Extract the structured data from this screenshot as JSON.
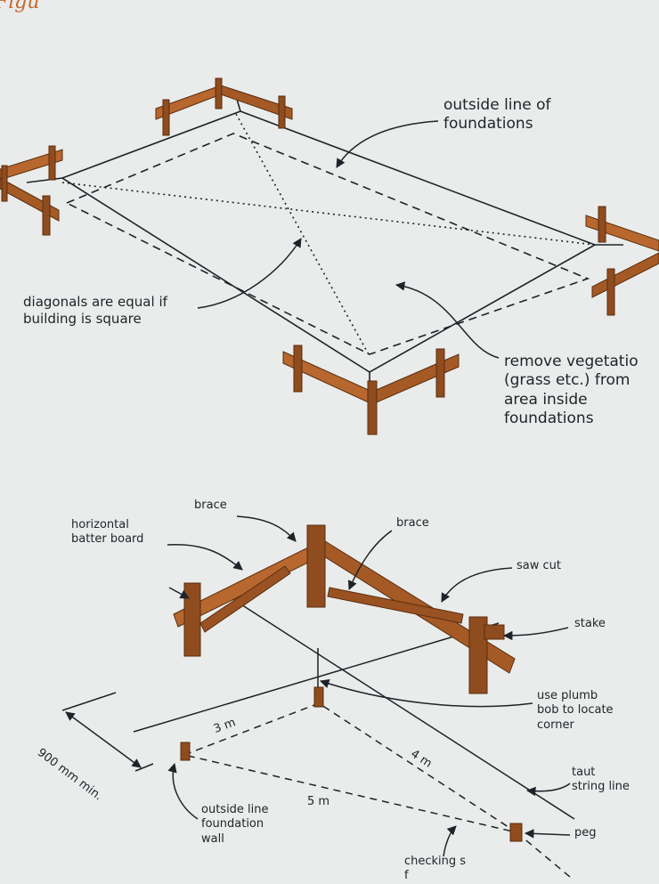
{
  "figure_title": "Figu",
  "top": {
    "outside_line": "outside line of\nfoundations",
    "diagonals": "diagonals are equal if\nbuilding is square",
    "remove_veg": "remove vegetatio\n(grass etc.) from\narea inside\nfoundations"
  },
  "bottom": {
    "horizontal_batter": "horizontal\nbatter board",
    "brace_left": "brace",
    "brace_right": "brace",
    "saw_cut": "saw cut",
    "stake": "stake",
    "plumb": "use plumb\nbob to locate\ncorner",
    "taut": "taut\nstring line",
    "peg": "peg",
    "dim_900": "900 mm min.",
    "dim_3m": "3 m",
    "dim_4m": "4 m",
    "dim_5m": "5 m",
    "outside_wall": "outside line\nfoundation\nwall",
    "checking": "checking s\nf"
  },
  "colors": {
    "background": "#e9eceb",
    "timber": "#b8672e",
    "timber_dark": "#7a3f16",
    "line": "#1f2328",
    "title": "#c8662a"
  }
}
